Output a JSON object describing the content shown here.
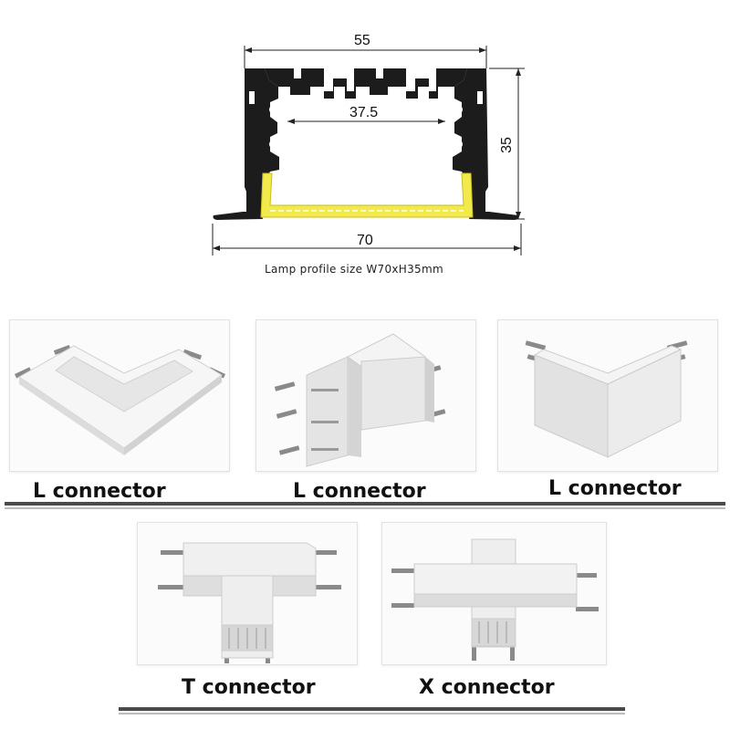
{
  "profile": {
    "dim_top": "55",
    "dim_inner": "37.5",
    "dim_height": "35",
    "dim_bottom": "70",
    "caption": "Lamp profile size W70xH35mm"
  },
  "connectors": [
    {
      "label": "L connector"
    },
    {
      "label": "L connector"
    },
    {
      "label": "L connector"
    },
    {
      "label": "T connector"
    },
    {
      "label": "X connector"
    }
  ],
  "colors": {
    "profile_body": "#1c1c1c",
    "diffuser": "#f2e94a",
    "connector_body": "#ececec",
    "divider": "#4a4a4a"
  }
}
